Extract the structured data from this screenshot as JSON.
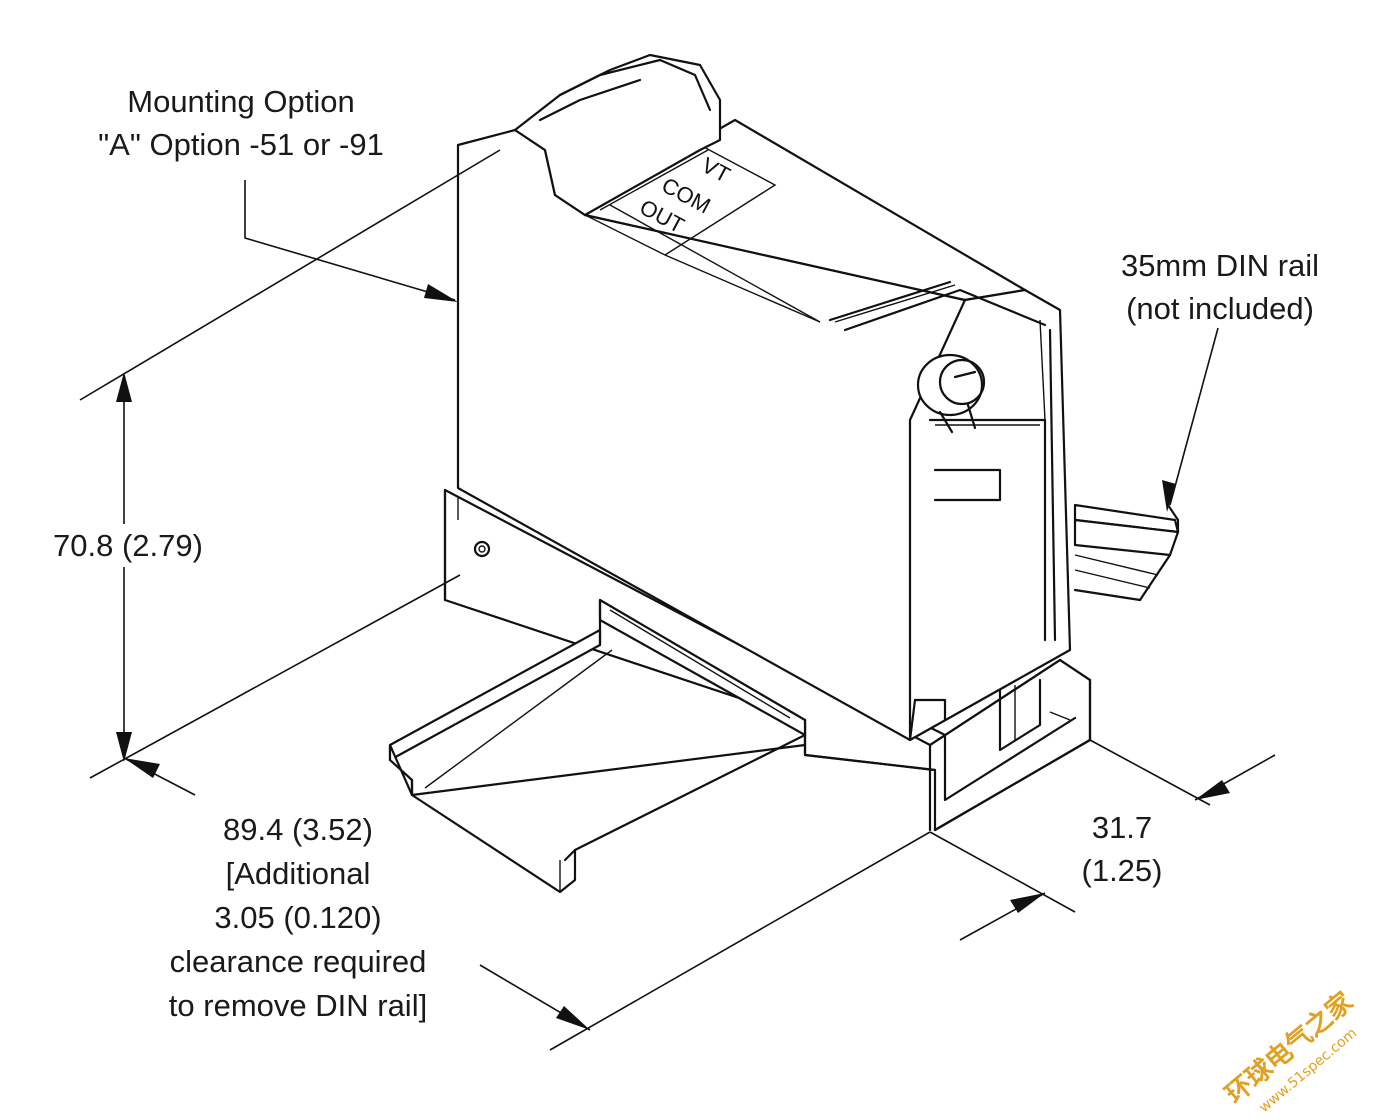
{
  "labels": {
    "mounting_option": [
      "Mounting Option",
      "\"A\" Option -51 or -91"
    ],
    "din_rail": [
      "35mm DIN rail",
      "(not included)"
    ],
    "height": "70.8 (2.79)",
    "depth": [
      "89.4 (3.52)",
      "[Additional",
      "3.05 (0.120)",
      "clearance required",
      "to remove DIN rail]"
    ],
    "width": [
      "31.7",
      "(1.25)"
    ]
  },
  "terminals": [
    "VT",
    "COM",
    "OUT"
  ],
  "watermark": {
    "cn": "环球电气之家",
    "url": "www.51spec.com",
    "color": "#e0a020"
  }
}
